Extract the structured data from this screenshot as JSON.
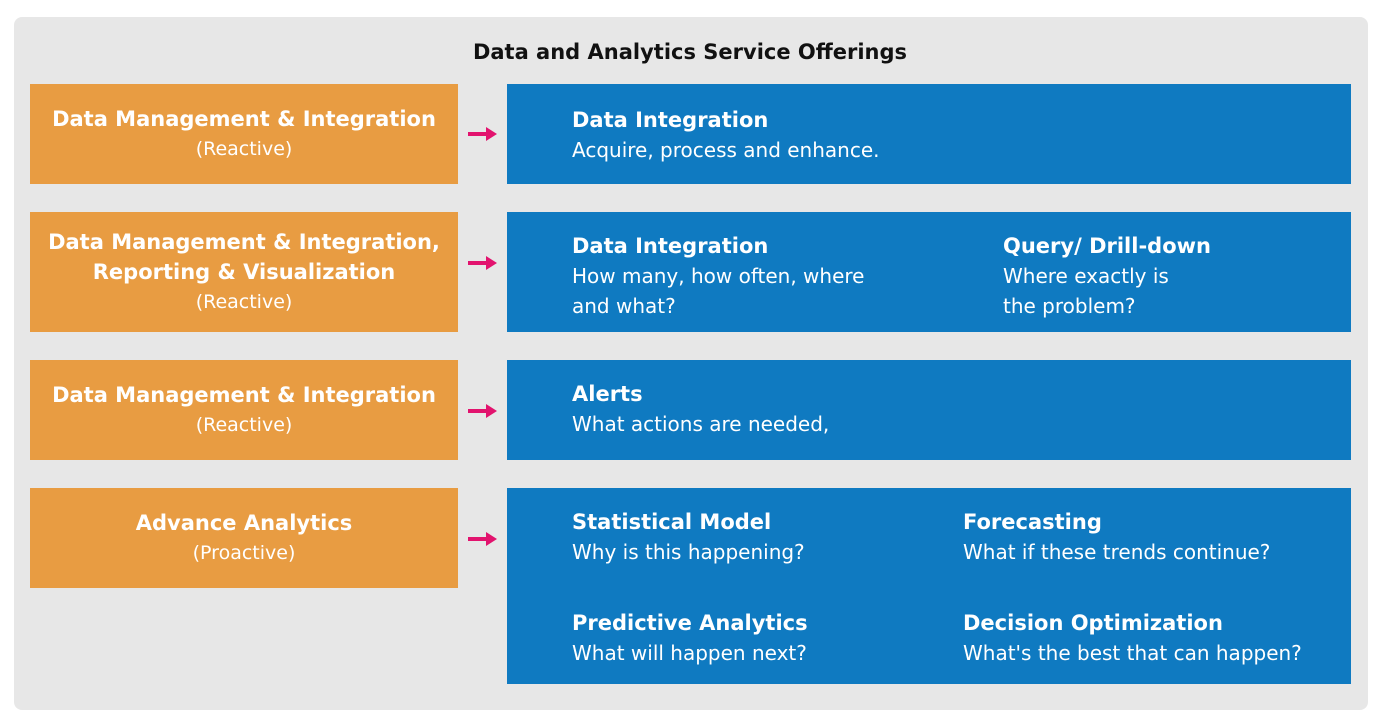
{
  "title": "Data and Analytics Service Offerings",
  "colors": {
    "background_panel": "#e7e7e7",
    "left_box": "#e89c42",
    "right_box": "#0f7ac1",
    "arrow": "#e2136e"
  },
  "rows": [
    {
      "left": {
        "title": "Data Management & Integration",
        "subtitle": "(Reactive)"
      },
      "items": [
        {
          "title": "Data Integration",
          "desc": "Acquire, process and enhance."
        }
      ]
    },
    {
      "left": {
        "title_line1": "Data Management & Integration,",
        "title_line2": "Reporting & Visualization",
        "subtitle": "(Reactive)"
      },
      "items": [
        {
          "title": "Data Integration",
          "desc": "How many, how often, where\nand what?"
        },
        {
          "title": "Query/ Drill-down",
          "desc": "Where exactly is\nthe problem?"
        }
      ]
    },
    {
      "left": {
        "title": "Data Management & Integration",
        "subtitle": "(Reactive)"
      },
      "items": [
        {
          "title": "Alerts",
          "desc": "What actions are needed,"
        }
      ]
    },
    {
      "left": {
        "title": "Advance Analytics",
        "subtitle": "(Proactive)"
      },
      "items": [
        {
          "title": "Statistical Model",
          "desc": "Why is this happening?"
        },
        {
          "title": "Forecasting",
          "desc": "What if these trends continue?"
        },
        {
          "title": "Predictive Analytics",
          "desc": "What will happen next?"
        },
        {
          "title": "Decision Optimization",
          "desc": "What's the best that can happen?"
        }
      ]
    }
  ]
}
